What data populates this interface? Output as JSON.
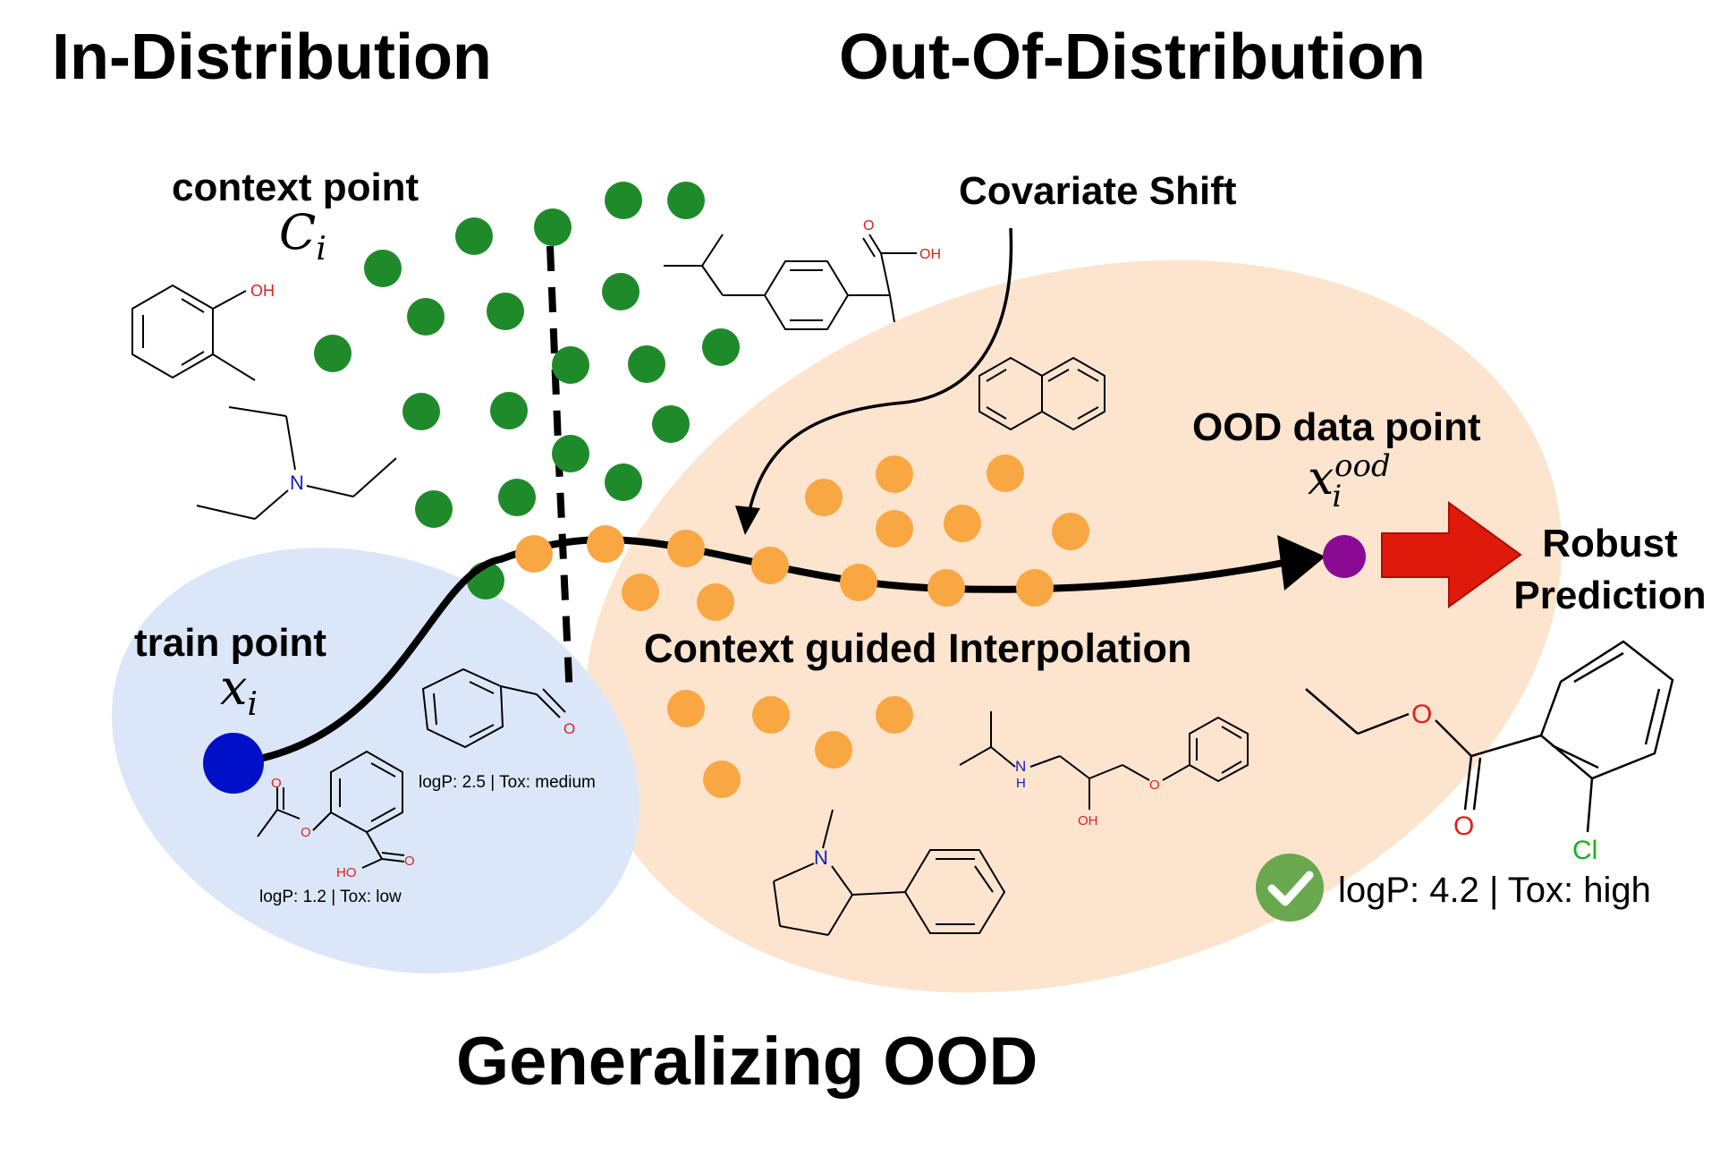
{
  "titles": {
    "in_distribution": "In-Distribution",
    "out_of_distribution": "Out-Of-Distribution",
    "generalizing": "Generalizing OOD"
  },
  "labels": {
    "context_point": "context point",
    "context_symbol": "C",
    "context_subscript": "i",
    "covariate_shift": "Covariate Shift",
    "train_point": "train point",
    "train_symbol": "x",
    "train_subscript": "i",
    "ood_point": "OOD data point",
    "ood_symbol": "x",
    "ood_subscript": "i",
    "ood_superscript": "ood",
    "interpolation": "Context guided Interpolation",
    "robust_line1": "Robust",
    "robust_line2": "Prediction"
  },
  "annotations": {
    "benzaldehyde": "logP: 2.5 | Tox: medium",
    "aspirin": "logP: 1.2 | Tox: low",
    "ood_prediction": "logP: 4.2 | Tox: high"
  },
  "atoms": {
    "oh": "OH",
    "n": "N",
    "o": "O",
    "ho": "HO",
    "h": "H",
    "cl": "Cl"
  },
  "colors": {
    "train_region": "#dbe7f8",
    "ood_region": "#fde4cf",
    "context_point": "#1f8a2a",
    "interpolation_point": "#f9a743",
    "train_point": "#0010c8",
    "ood_point": "#8a0a94",
    "arrow": "#e01a0a",
    "check": "#6aa84f",
    "oxygen": "#e02020",
    "nitrogen": "#1020c0",
    "chlorine": "#18b020"
  },
  "icons": {
    "robust_arrow": "right-arrow-icon",
    "check": "check-circle-icon"
  }
}
